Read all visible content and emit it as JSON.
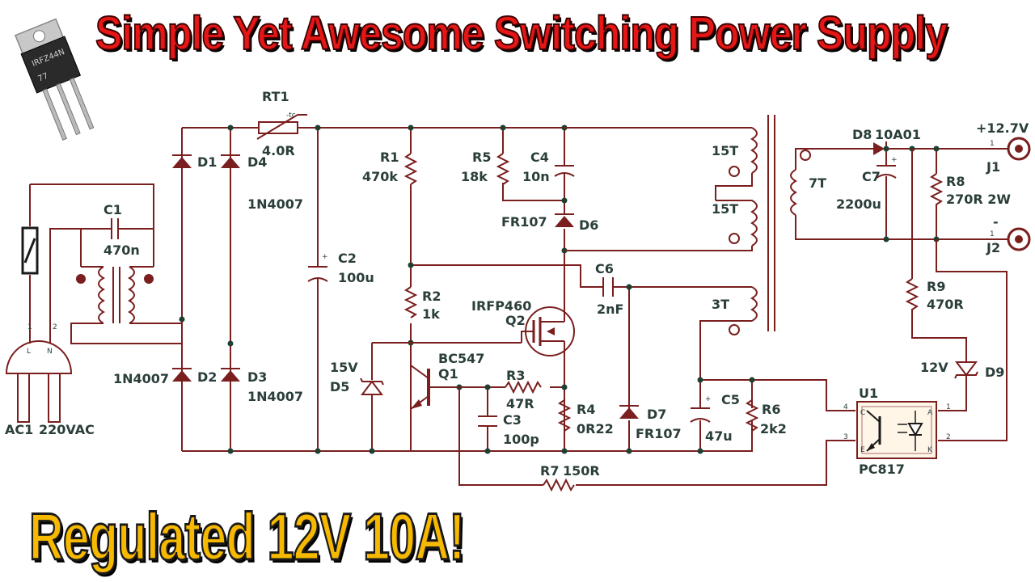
{
  "title": "Simple Yet Awesome Switching Power Supply",
  "subtitle": "Regulated 12V 10A!",
  "colors": {
    "title": "#e41616",
    "subtitle": "#f7b800",
    "wire": "#7a1e1e",
    "label": "#2a3e3a"
  },
  "icons": [
    "transistor-to220-icon"
  ],
  "transistor_marking": {
    "line1": "IRFZ44N",
    "line2": "77"
  },
  "components": {
    "RT1": {
      "ref": "RT1",
      "value": "4.0R",
      "extra": "-tc"
    },
    "C1": {
      "ref": "C1",
      "value": "470n"
    },
    "D1": {
      "ref": "D1"
    },
    "D4": {
      "ref": "D4",
      "value": "1N4007"
    },
    "D2": {
      "ref": "D2",
      "value": "1N4007"
    },
    "D3": {
      "ref": "D3",
      "value": "1N4007"
    },
    "C2": {
      "ref": "C2",
      "value": "100u"
    },
    "R1": {
      "ref": "R1",
      "value": "470k"
    },
    "R5": {
      "ref": "R5",
      "value": "18k"
    },
    "C4": {
      "ref": "C4",
      "value": "10n"
    },
    "D6": {
      "ref": "D6",
      "value": "FR107"
    },
    "R2": {
      "ref": "R2",
      "value": "1k"
    },
    "Q2": {
      "ref": "Q2",
      "value": "IRFP460"
    },
    "C6": {
      "ref": "C6",
      "value": "2nF"
    },
    "D5": {
      "ref": "D5",
      "value": "15V"
    },
    "Q1": {
      "ref": "Q1",
      "value": "BC547"
    },
    "R3": {
      "ref": "R3",
      "value": "47R"
    },
    "C3": {
      "ref": "C3",
      "value": "100p"
    },
    "R4": {
      "ref": "R4",
      "value": "0R22"
    },
    "D7": {
      "ref": "D7",
      "value": "FR107"
    },
    "C5": {
      "ref": "C5",
      "value": "47u"
    },
    "R6": {
      "ref": "R6",
      "value": "2k2"
    },
    "R7": {
      "ref": "R7",
      "value": "150R"
    },
    "D8": {
      "ref": "D8",
      "value": "10A01"
    },
    "C7": {
      "ref": "C7",
      "value": "2200u"
    },
    "R8": {
      "ref": "R8",
      "value": "270R 2W"
    },
    "R9": {
      "ref": "R9",
      "value": "470R"
    },
    "D9": {
      "ref": "D9",
      "value": "12V"
    },
    "U1": {
      "ref": "U1",
      "value": "PC817"
    },
    "J1": {
      "ref": "J1",
      "value": "+12.7V"
    },
    "J2": {
      "ref": "J2",
      "value": "-"
    },
    "AC1": {
      "ref": "AC1",
      "value": "220VAC"
    }
  },
  "windings": {
    "p1": "15T",
    "p2": "15T",
    "aux": "3T",
    "sec": "7T"
  },
  "pins": {
    "ac_l": "L",
    "ac_n": "N",
    "ac_1": "1",
    "ac_2": "2",
    "u1_4": "4",
    "u1_3": "3",
    "u1_1": "1",
    "u1_2": "2",
    "u1_c": "C",
    "u1_e": "E",
    "u1_a": "A",
    "u1_k": "K",
    "j1_1": "1",
    "j2_1": "1"
  }
}
